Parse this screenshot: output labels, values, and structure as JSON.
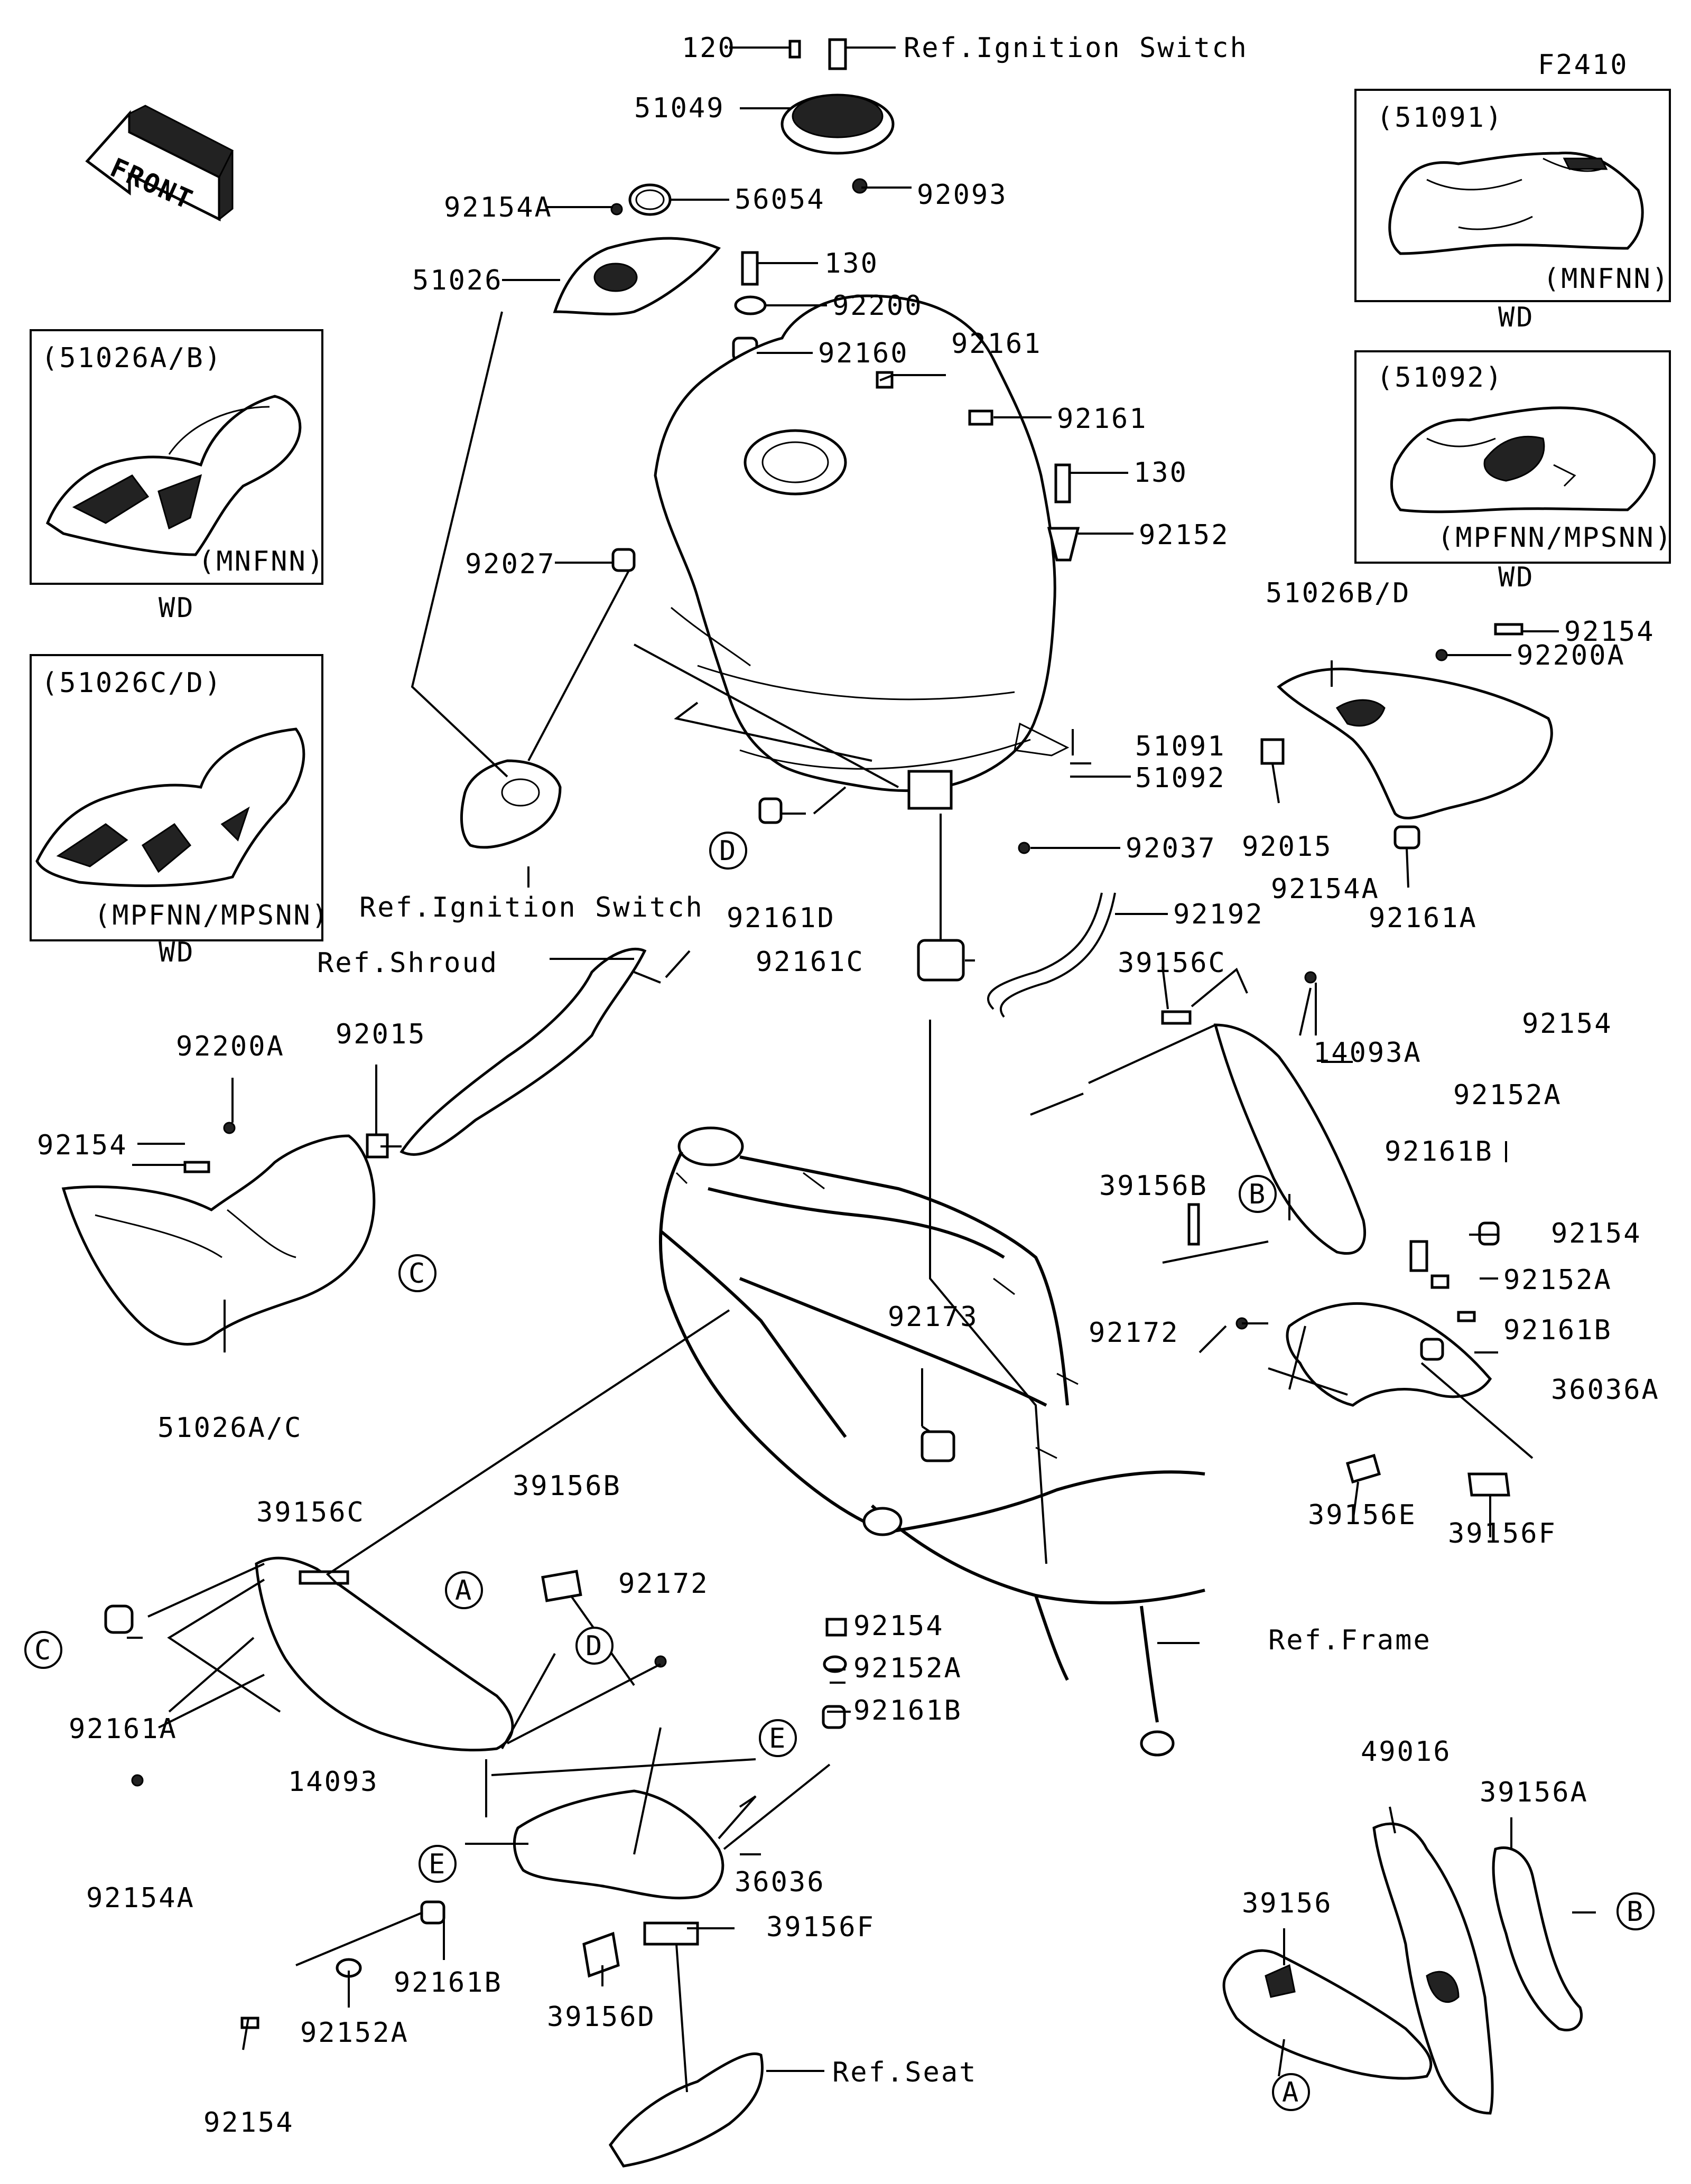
{
  "figure_code": "F2410",
  "front_arrow_text": "FRONT",
  "callout_letters": [
    "A",
    "B",
    "C",
    "D",
    "E"
  ],
  "insets": [
    {
      "code": "(51091)",
      "variant": "(MNFNN)",
      "caption": "WD"
    },
    {
      "code": "(51092)",
      "variant": "(MPFNN/MPSNN)",
      "caption": "WD"
    },
    {
      "code": "(51026A/B)",
      "variant": "(MNFNN)",
      "caption": "WD"
    },
    {
      "code": "(51026C/D)",
      "variant": "(MPFNN/MPSNN)",
      "caption": "WD"
    }
  ],
  "labels": [
    "120",
    "Ref.Ignition Switch",
    "51049",
    "92093",
    "92154A",
    "56054",
    "51026",
    "130",
    "92200",
    "92160",
    "92161",
    "92161",
    "130",
    "92152",
    "92027",
    "51091",
    "51092",
    "92037",
    "92192",
    "D",
    "92161D",
    "92161C",
    "Ref.Ignition Switch",
    "51026B/D",
    "92154",
    "92200A",
    "92015",
    "92161A",
    "Ref.Shroud",
    "92200A",
    "92015",
    "92154",
    "C",
    "51026A/C",
    "92154A",
    "39156C",
    "14093A",
    "92154",
    "92152A",
    "92161B",
    "39156B",
    "B",
    "92154",
    "92152A",
    "92161B",
    "92172",
    "36036A",
    "92173",
    "39156E",
    "39156F",
    "39156C",
    "39156B",
    "92172",
    "A",
    "D",
    "C",
    "92161A",
    "14093",
    "92154A",
    "92154",
    "92152A",
    "92161B",
    "E",
    "E",
    "36036",
    "39156F",
    "39156D",
    "92161B",
    "92152A",
    "92154",
    "Ref.Frame",
    "Ref.Seat",
    "49016",
    "39156A",
    "39156",
    "B",
    "A"
  ]
}
